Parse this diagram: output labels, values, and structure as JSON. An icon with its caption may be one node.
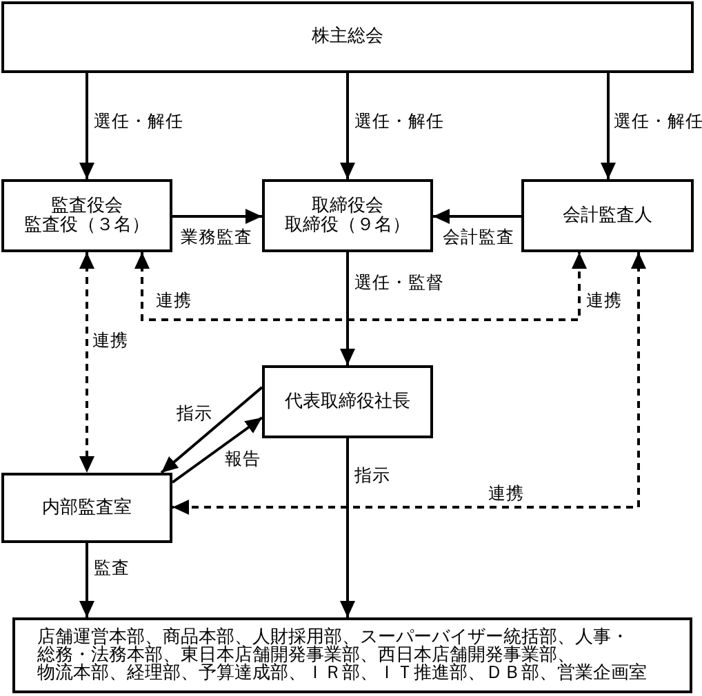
{
  "diagram": {
    "nodes": [
      {
        "text": [
          "株主総会"
        ]
      },
      {
        "text": [
          "監査役会",
          "監査役（３名）"
        ]
      },
      {
        "text": [
          "取締役会",
          "取締役（９名）"
        ]
      },
      {
        "text": [
          "会計監査人"
        ]
      },
      {
        "text": [
          "代表取締役社長"
        ]
      },
      {
        "text": [
          "内部監査室"
        ]
      },
      {
        "text": [
          "店舗運営本部、商品本部、人財採用部、スーパーバイザー統括部、人事・総務・法務本部、東日本店舗開発事業部、西日本店舗開発事業部、物流本部、経理部、予算達成部、ＩＲ部、ＩＴ推進部、ＤＢ部、営業企画室"
        ]
      }
    ],
    "edges": [
      {
        "from": 0,
        "to": 1,
        "arrow": "to",
        "label": "選任・解任"
      },
      {
        "from": 0,
        "to": 2,
        "arrow": "to",
        "label": "選任・解任"
      },
      {
        "from": 0,
        "to": 3,
        "arrow": "to",
        "label": "選任・解任"
      },
      {
        "from": 1,
        "to": 2,
        "arrow": "to",
        "label": "業務監査"
      },
      {
        "from": 3,
        "to": 2,
        "arrow": "to",
        "label": "会計監査"
      },
      {
        "from": 2,
        "to": 4,
        "arrow": "to",
        "label": "選任・監督"
      },
      {
        "from": 1,
        "to": 3,
        "arrow": "both",
        "label": "連携",
        "style": "dashed"
      },
      {
        "from": 1,
        "to": 5,
        "arrow": "both",
        "label": "連携",
        "style": "dashed"
      },
      {
        "from": 3,
        "to": 5,
        "arrow": "both",
        "label": "連携",
        "style": "dashed"
      },
      {
        "from": 4,
        "to": 5,
        "arrow": "to",
        "label": "指示"
      },
      {
        "from": 5,
        "to": 4,
        "arrow": "to",
        "label": "報告"
      },
      {
        "from": 4,
        "to": 6,
        "arrow": "to",
        "label": "指示"
      },
      {
        "from": 5,
        "to": 6,
        "arrow": "to",
        "label": "監査"
      }
    ],
    "labels": [
      "連携"
    ]
  }
}
